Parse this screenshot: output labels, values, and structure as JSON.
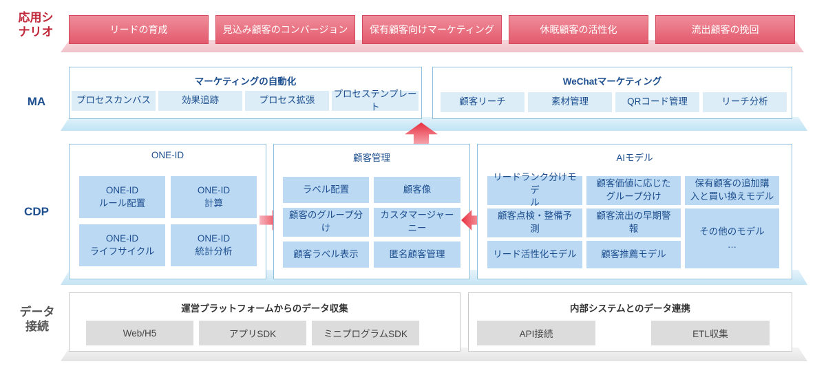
{
  "row_labels": {
    "app": [
      "応用シ",
      "ナリオ"
    ],
    "ma": "MA",
    "cdp": "CDP",
    "data": [
      "データ",
      "接続"
    ]
  },
  "scenarios": [
    "リードの育成",
    "見込み顧客のコンバージョン",
    "保有顧客向けマーケティング",
    "休眠顧客の活性化",
    "流出顧客の挽回"
  ],
  "ma": {
    "automation": {
      "title": "マーケティングの自動化",
      "items": [
        "プロセスカンバス",
        "効果追跡",
        "プロセス拡張",
        "プロセステンプレート"
      ]
    },
    "wechat": {
      "title": "WeChatマーケティング",
      "items": [
        "顧客リーチ",
        "素材管理",
        "QRコード管理",
        "リーチ分析"
      ]
    }
  },
  "cdp": {
    "oneid": {
      "title": "ONE-ID",
      "items": [
        [
          "ONE-ID",
          "ルール配置"
        ],
        [
          "ONE-ID",
          "計算"
        ],
        [
          "ONE-ID",
          "ライフサイクル"
        ],
        [
          "ONE-ID",
          "統計分析"
        ]
      ]
    },
    "customer": {
      "title": "顧客管理",
      "items": [
        [
          "ラベル配置"
        ],
        [
          "顧客像"
        ],
        [
          "顧客のグループ分",
          "け"
        ],
        [
          "カスタマージャーニー"
        ],
        [
          "顧客ラベル表示"
        ],
        [
          "匿名顧客管理"
        ]
      ]
    },
    "ai": {
      "title": "AIモデル",
      "items": [
        [
          "リードランク分けモデ",
          "ル"
        ],
        [
          "顧客価値に応じた",
          "グループ分け"
        ],
        [
          "保有顧客の追加購",
          "入と買い換えモデル"
        ],
        [
          "顧客点検・整備予",
          "測"
        ],
        [
          "顧客流出の早期警",
          "報"
        ],
        [
          "リード活性化モデル"
        ],
        [
          "顧客推薦モデル"
        ],
        [
          "その他のモデル",
          "…"
        ]
      ]
    }
  },
  "data_conn": {
    "collect": {
      "title": "運営プラットフォームからのデータ収集",
      "items": [
        "Web/H5",
        "アプリSDK",
        "ミニプログラムSDK"
      ]
    },
    "internal": {
      "title": "内部システムとのデータ連携",
      "items": [
        "API接続",
        "ETL収集"
      ]
    }
  },
  "colors": {
    "scenario": "#e35a6d",
    "label_red": "#c0283a",
    "label_blue": "#1d4f8f",
    "chip_blue": "#bcd9f3",
    "chip_light": "#dcedf8",
    "chip_gray": "#dcdcdc",
    "arrow": "#e8303f"
  }
}
